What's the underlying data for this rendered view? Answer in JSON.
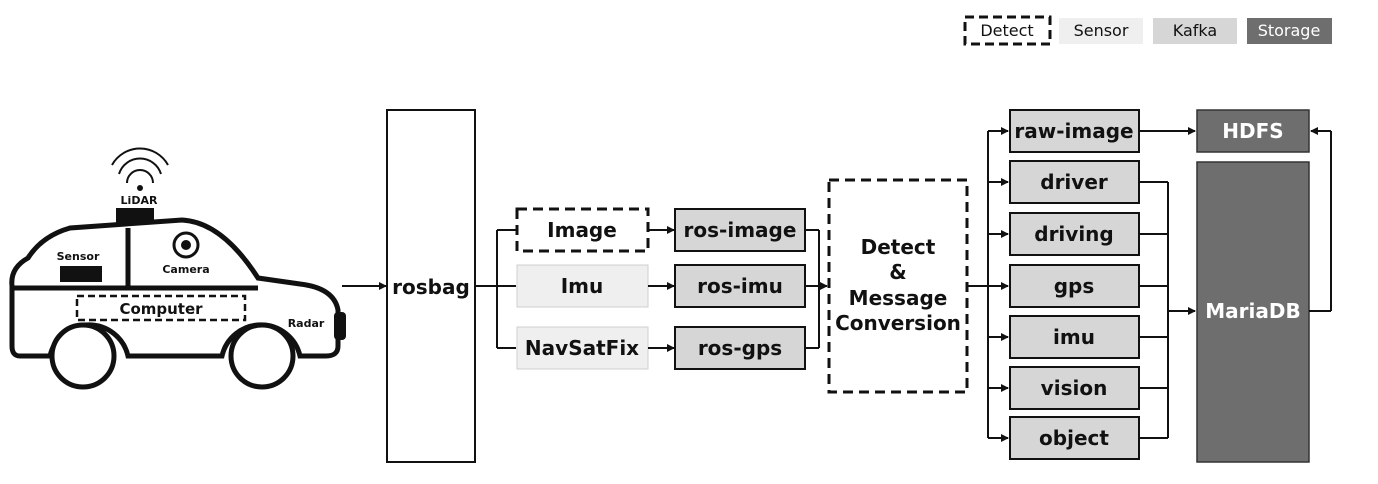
{
  "legend": {
    "detect": "Detect",
    "sensor": "Sensor",
    "kafka": "Kafka",
    "storage": "Storage"
  },
  "vehicle": {
    "lidar": "LiDAR",
    "sensor": "Sensor",
    "camera": "Camera",
    "computer": "Computer",
    "radar": "Radar"
  },
  "rosbag": "rosbag",
  "sensor_inputs": [
    "Image",
    "Imu",
    "NavSatFix"
  ],
  "ros_topics": [
    "ros-image",
    "ros-imu",
    "ros-gps"
  ],
  "detect_box": [
    "Detect",
    "&",
    "Message",
    "Conversion"
  ],
  "kafka_topics": [
    "raw-image",
    "driver",
    "driving",
    "gps",
    "imu",
    "vision",
    "object"
  ],
  "storage": {
    "hdfs": "HDFS",
    "mariadb": "MariaDB"
  },
  "colors": {
    "sensor_fill": "#efefef",
    "kafka_fill": "#d6d6d6",
    "storage_fill": "#6e6e6e"
  }
}
